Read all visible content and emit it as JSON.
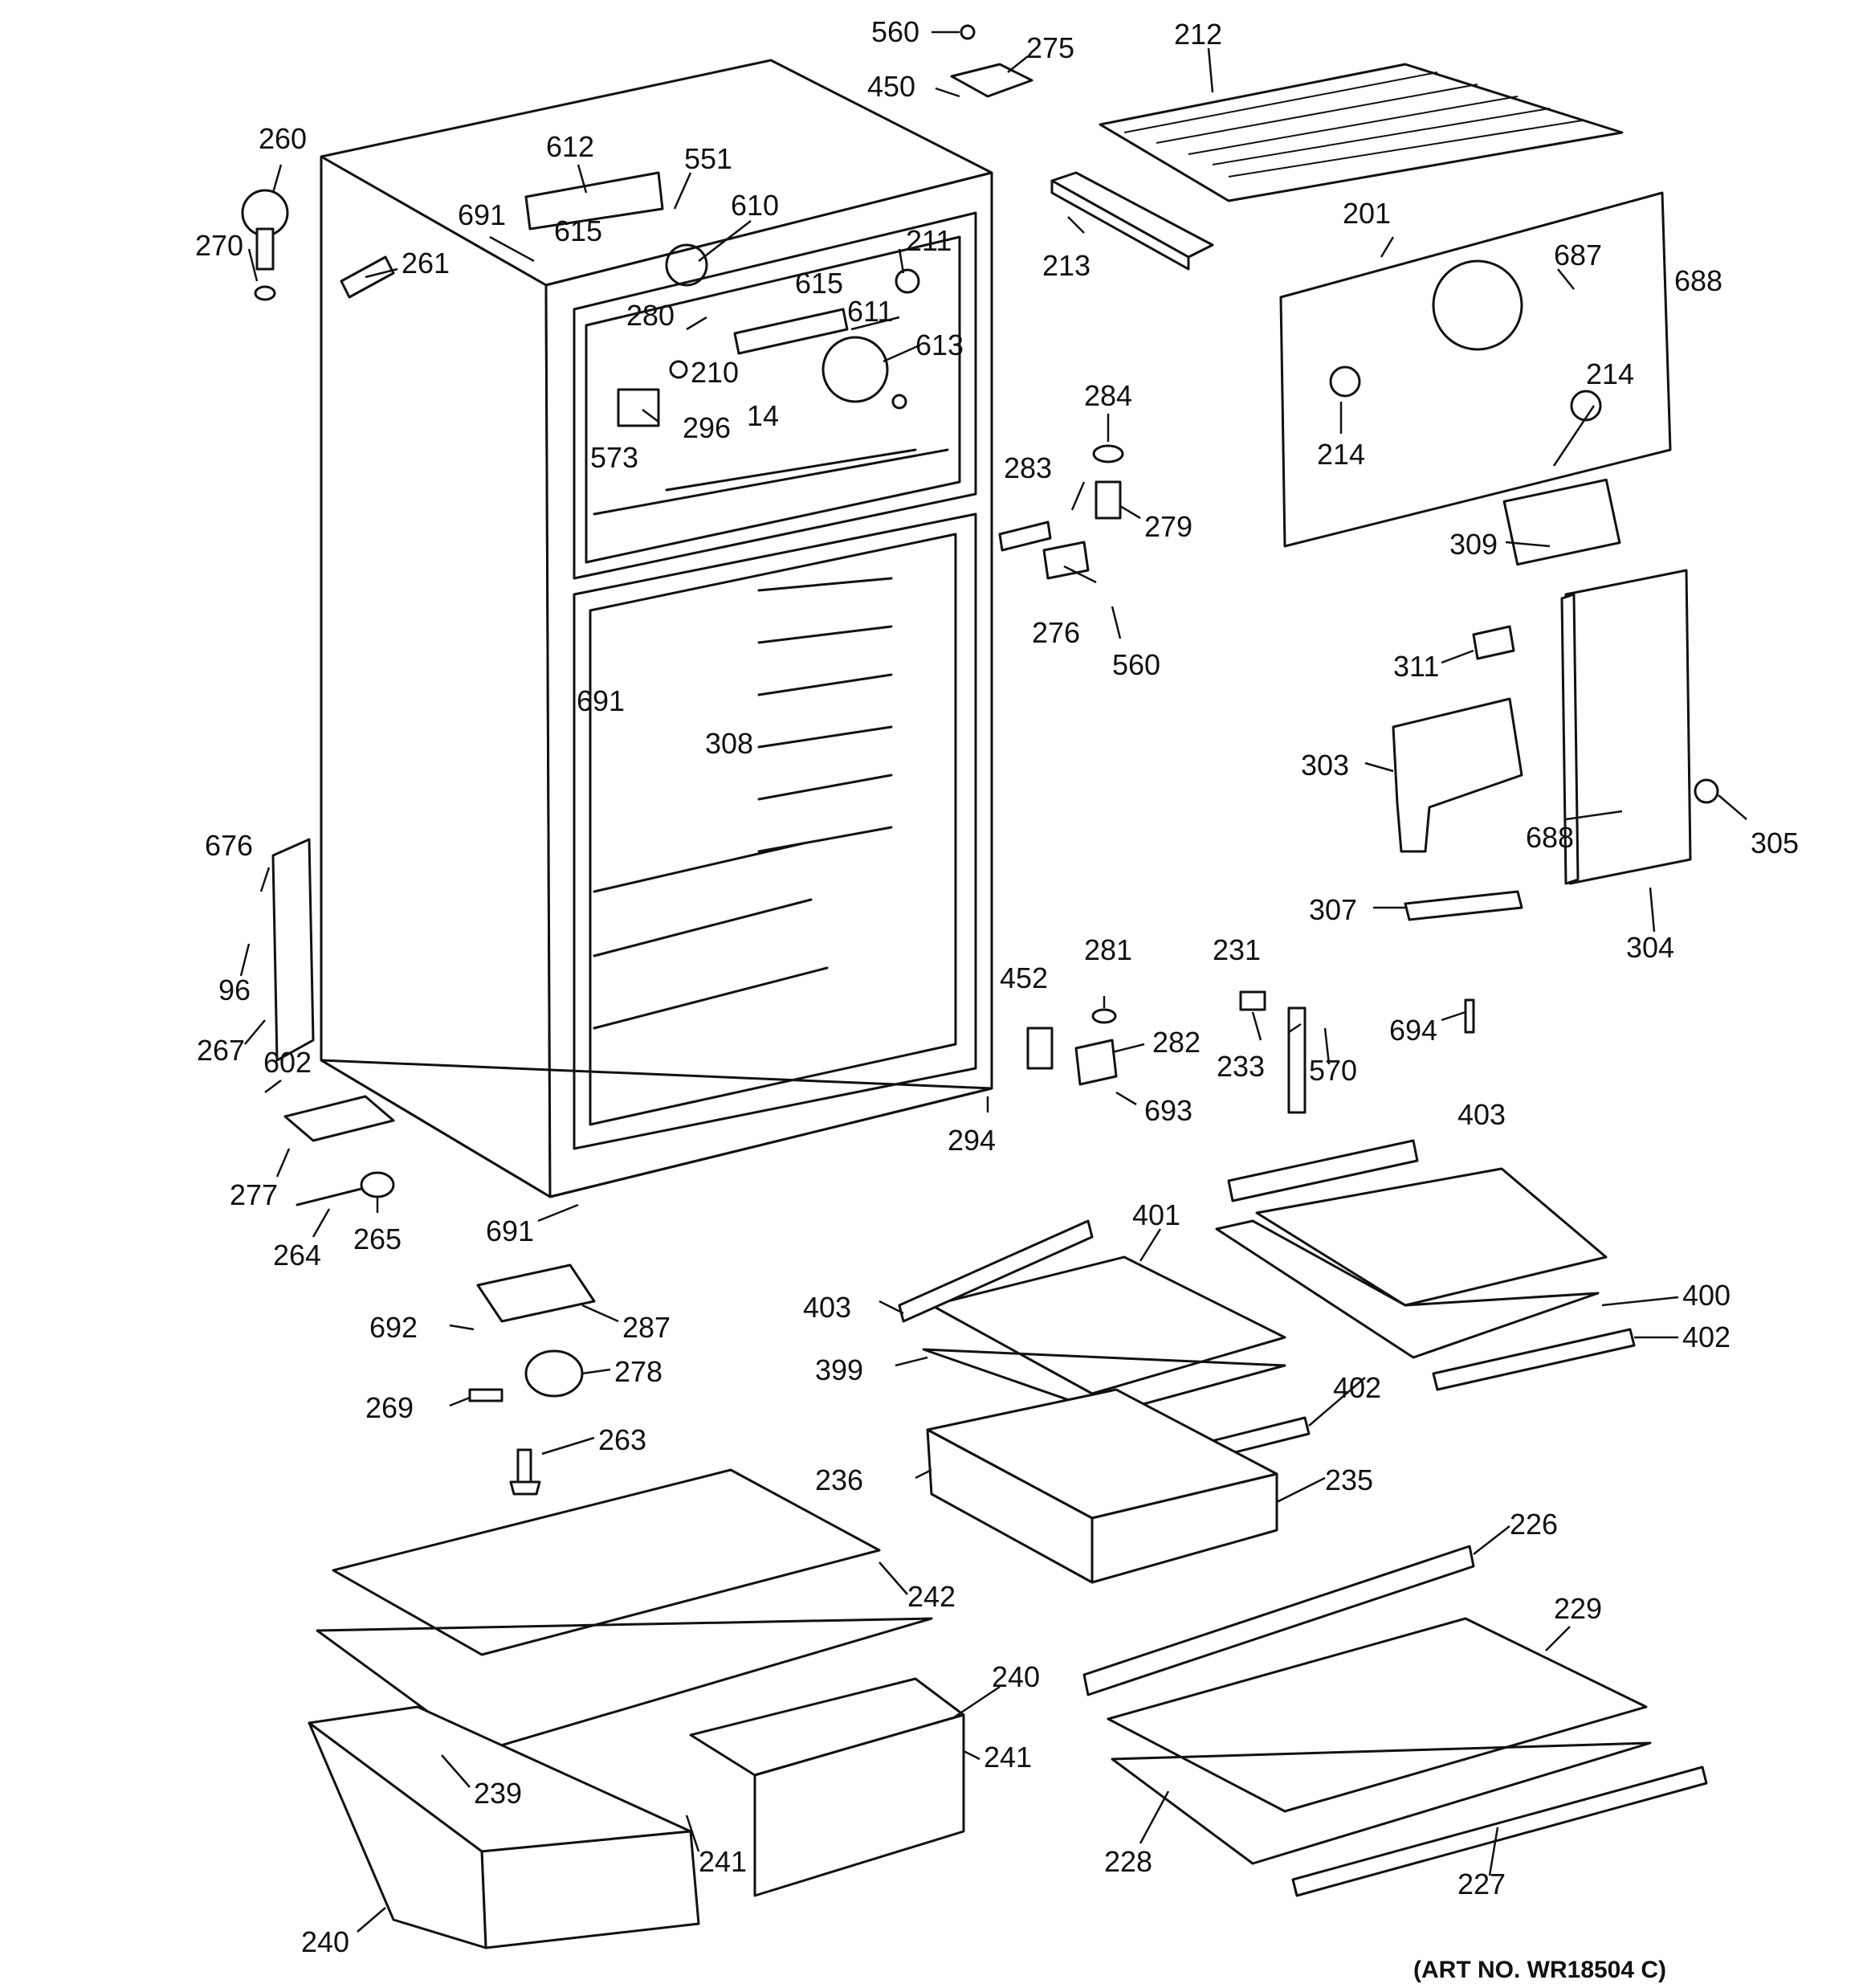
{
  "art_number": "(ART NO. WR18504 C)",
  "callouts": [
    {
      "id": "c560a",
      "text": "560"
    },
    {
      "id": "c275",
      "text": "275"
    },
    {
      "id": "c212",
      "text": "212"
    },
    {
      "id": "c450",
      "text": "450"
    },
    {
      "id": "c260",
      "text": "260"
    },
    {
      "id": "c612",
      "text": "612"
    },
    {
      "id": "c551",
      "text": "551"
    },
    {
      "id": "c610",
      "text": "610"
    },
    {
      "id": "c691a",
      "text": "691"
    },
    {
      "id": "c615a",
      "text": "615"
    },
    {
      "id": "c270",
      "text": "270"
    },
    {
      "id": "c261",
      "text": "261"
    },
    {
      "id": "c211",
      "text": "211"
    },
    {
      "id": "c615b",
      "text": "615"
    },
    {
      "id": "c611",
      "text": "611"
    },
    {
      "id": "c213",
      "text": "213"
    },
    {
      "id": "c201",
      "text": "201"
    },
    {
      "id": "c687",
      "text": "687"
    },
    {
      "id": "c688a",
      "text": "688"
    },
    {
      "id": "c280",
      "text": "280"
    },
    {
      "id": "c210",
      "text": "210"
    },
    {
      "id": "c613",
      "text": "613"
    },
    {
      "id": "c214a",
      "text": "214"
    },
    {
      "id": "c214b",
      "text": "214"
    },
    {
      "id": "c296",
      "text": "296"
    },
    {
      "id": "c14",
      "text": "14"
    },
    {
      "id": "c573",
      "text": "573"
    },
    {
      "id": "c284",
      "text": "284"
    },
    {
      "id": "c283",
      "text": "283"
    },
    {
      "id": "c279",
      "text": "279"
    },
    {
      "id": "c309",
      "text": "309"
    },
    {
      "id": "c276",
      "text": "276"
    },
    {
      "id": "c560b",
      "text": "560"
    },
    {
      "id": "c311",
      "text": "311"
    },
    {
      "id": "c691b",
      "text": "691"
    },
    {
      "id": "c308",
      "text": "308"
    },
    {
      "id": "c303",
      "text": "303"
    },
    {
      "id": "c676",
      "text": "676"
    },
    {
      "id": "c688b",
      "text": "688"
    },
    {
      "id": "c305",
      "text": "305"
    },
    {
      "id": "c307",
      "text": "307"
    },
    {
      "id": "c304",
      "text": "304"
    },
    {
      "id": "c96",
      "text": "96"
    },
    {
      "id": "c452",
      "text": "452"
    },
    {
      "id": "c281",
      "text": "281"
    },
    {
      "id": "c231",
      "text": "231"
    },
    {
      "id": "c694",
      "text": "694"
    },
    {
      "id": "c267",
      "text": "267"
    },
    {
      "id": "c602",
      "text": "602"
    },
    {
      "id": "c282",
      "text": "282"
    },
    {
      "id": "c233",
      "text": "233"
    },
    {
      "id": "c570",
      "text": "570"
    },
    {
      "id": "c693",
      "text": "693"
    },
    {
      "id": "c294",
      "text": "294"
    },
    {
      "id": "c403a",
      "text": "403"
    },
    {
      "id": "c277",
      "text": "277"
    },
    {
      "id": "c691c",
      "text": "691"
    },
    {
      "id": "c264",
      "text": "264"
    },
    {
      "id": "c265",
      "text": "265"
    },
    {
      "id": "c401",
      "text": "401"
    },
    {
      "id": "c403b",
      "text": "403"
    },
    {
      "id": "c400",
      "text": "400"
    },
    {
      "id": "c692",
      "text": "692"
    },
    {
      "id": "c287",
      "text": "287"
    },
    {
      "id": "c402a",
      "text": "402"
    },
    {
      "id": "c399",
      "text": "399"
    },
    {
      "id": "c278",
      "text": "278"
    },
    {
      "id": "c402b",
      "text": "402"
    },
    {
      "id": "c269",
      "text": "269"
    },
    {
      "id": "c263",
      "text": "263"
    },
    {
      "id": "c236",
      "text": "236"
    },
    {
      "id": "c235",
      "text": "235"
    },
    {
      "id": "c226",
      "text": "226"
    },
    {
      "id": "c242",
      "text": "242"
    },
    {
      "id": "c229",
      "text": "229"
    },
    {
      "id": "c240a",
      "text": "240"
    },
    {
      "id": "c241a",
      "text": "241"
    },
    {
      "id": "c239",
      "text": "239"
    },
    {
      "id": "c241b",
      "text": "241"
    },
    {
      "id": "c228",
      "text": "228"
    },
    {
      "id": "c227",
      "text": "227"
    },
    {
      "id": "c240b",
      "text": "240"
    }
  ]
}
